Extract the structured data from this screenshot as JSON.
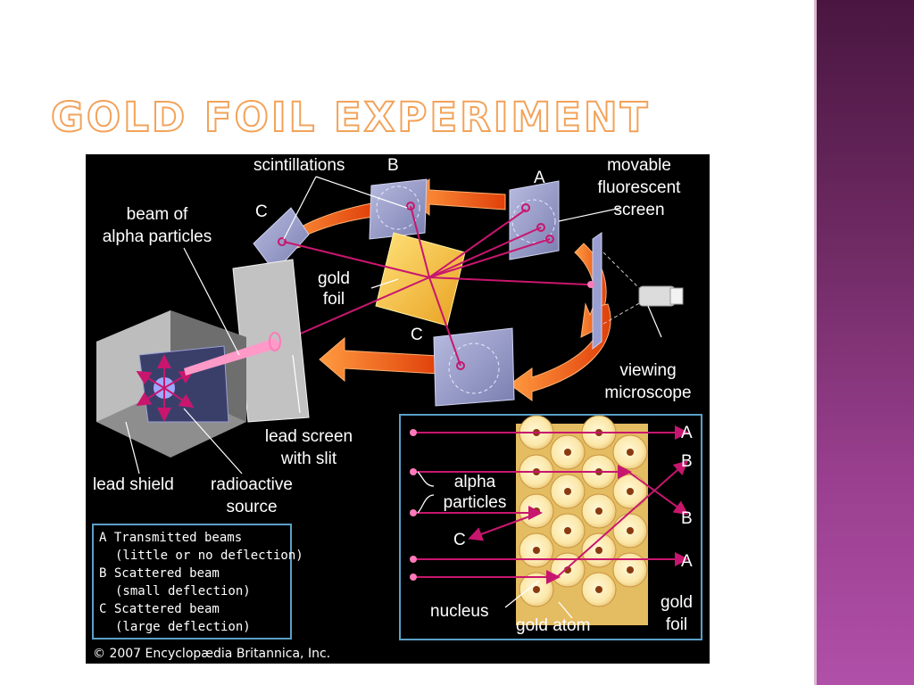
{
  "slide": {
    "title": "Gold Foil Experiment"
  },
  "figure": {
    "labels": {
      "scintillations": "scintillations",
      "b_top": "B",
      "a_top": "A",
      "c_left": "C",
      "c_bottom": "C",
      "movable_screen": [
        "movable",
        "fluorescent",
        "screen"
      ],
      "beam": [
        "beam of",
        "alpha particles"
      ],
      "gold_foil": [
        "gold",
        "foil"
      ],
      "viewing_microscope": [
        "viewing",
        "microscope"
      ],
      "lead_screen": [
        "lead screen",
        "with slit"
      ],
      "lead_shield": "lead shield",
      "radioactive_source": [
        "radioactive",
        "source"
      ]
    },
    "key": [
      "A Transmitted beams",
      "(little or no deflection)",
      "B Scattered beam",
      "(small deflection)",
      "C Scattered beam",
      "(large deflection)"
    ],
    "inset": {
      "alpha_particles": [
        "alpha",
        "particles"
      ],
      "nucleus": "nucleus",
      "gold_atom": "gold atom",
      "gold_foil": [
        "gold",
        "foil"
      ],
      "beam_labels": {
        "a1": "A",
        "b1": "B",
        "b2": "B",
        "c": "C",
        "a2": "A"
      }
    },
    "copyright": "© 2007 Encyclopædia Britannica, Inc."
  },
  "colors": {
    "title_outline": "#f2a35a",
    "arrow": "#ff6a1a",
    "beam": "#c8166e",
    "foil": "#f0c040",
    "inset_border": "#5aa0c8"
  }
}
